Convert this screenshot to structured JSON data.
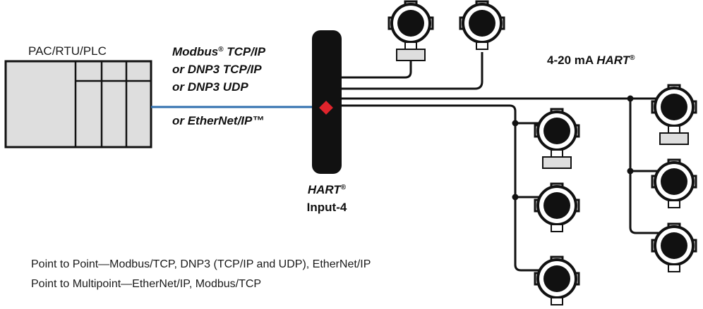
{
  "plc": {
    "label": "PAC/RTU/PLC"
  },
  "protocols": {
    "line1_name": "Modbus",
    "line1_reg": "®",
    "line1_rest": " TCP/IP",
    "line2": "or DNP3 TCP/IP",
    "line3": "or DNP3 UDP",
    "line4": "or EtherNet/IP™"
  },
  "device": {
    "brand": "HART",
    "reg": "®",
    "model": "Input-4"
  },
  "signal": {
    "prefix": "4-20 mA ",
    "brand": "HART",
    "reg": "®"
  },
  "notes": {
    "line1": "Point to Point—Modbus/TCP, DNP3 (TCP/IP and UDP), EtherNet/IP",
    "line2": "Point to Multipoint—EtherNet/IP, Modbus/TCP"
  },
  "colors": {
    "ethernet_line": "#2f6fae",
    "status_diamond": "#e0242c",
    "device_body": "#111111",
    "plc_fill": "#dedede"
  }
}
